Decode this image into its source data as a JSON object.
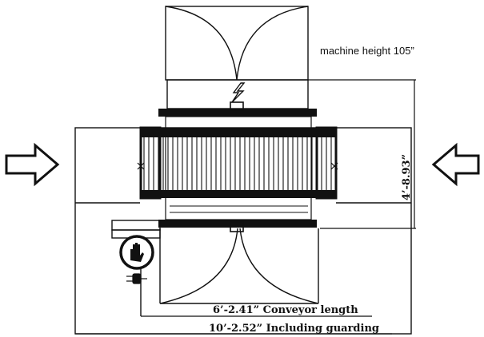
{
  "annotations": {
    "machine_height": "machine height 105”",
    "width_dimension": "4’-8.93”",
    "conveyor_length": "6’-2.41” Conveyor length",
    "overall_length": "10’-2.52” Including guarding"
  },
  "symbols": {
    "flow_arrows": "arrow-right-icon",
    "operator_symbol": "hand-icon",
    "power_plug": "plug-icon",
    "electrical_panel": "lightning-icon"
  },
  "colors": {
    "line": "#111111",
    "background": "#ffffff"
  }
}
